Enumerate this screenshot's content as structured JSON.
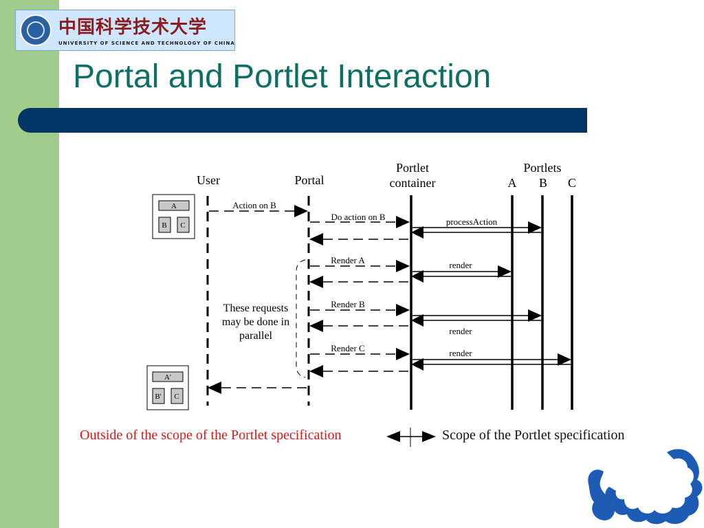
{
  "slide": {
    "title": "Portal and Portlet Interaction"
  },
  "logo": {
    "chinese_name": "中国科学技术大学",
    "english_name": "UNIVERSITY OF SCIENCE AND TECHNOLOGY OF CHINA"
  },
  "diagram": {
    "lifelines": {
      "user": "User",
      "portal": "Portal",
      "portlet_container_line1": "Portlet",
      "portlet_container_line2": "container",
      "portlets_header": "Portlets",
      "portlet_a": "A",
      "portlet_b": "B",
      "portlet_c": "C"
    },
    "page_before": {
      "top": "A",
      "left": "B",
      "right": "C"
    },
    "page_after": {
      "top": "A'",
      "left": "B'",
      "right": "C"
    },
    "messages": {
      "action_on_b": "Action on B",
      "do_action_on_b": "Do action on B",
      "process_action": "processAction",
      "render_a": "Render A",
      "render_b": "Render B",
      "render_c": "Render C",
      "render_to_a": "render",
      "render_to_b": "render",
      "render_to_c": "render"
    },
    "parallel_note": {
      "line1": "These requests",
      "line2": "may be done in",
      "line3": "parallel"
    },
    "scope": {
      "outside": "Outside of the scope of the Portlet specification",
      "inside": "Scope of the Portlet specification"
    }
  },
  "colors": {
    "left_band": "#a2cc8c",
    "title_text": "#0f6f64",
    "title_bar": "#003566",
    "outside_scope_text": "#d81919",
    "dragon_logo": "#1e5bb5"
  },
  "icons": {
    "logo_seal": "university-seal-icon",
    "corner_logo": "dragon-logo-icon"
  }
}
